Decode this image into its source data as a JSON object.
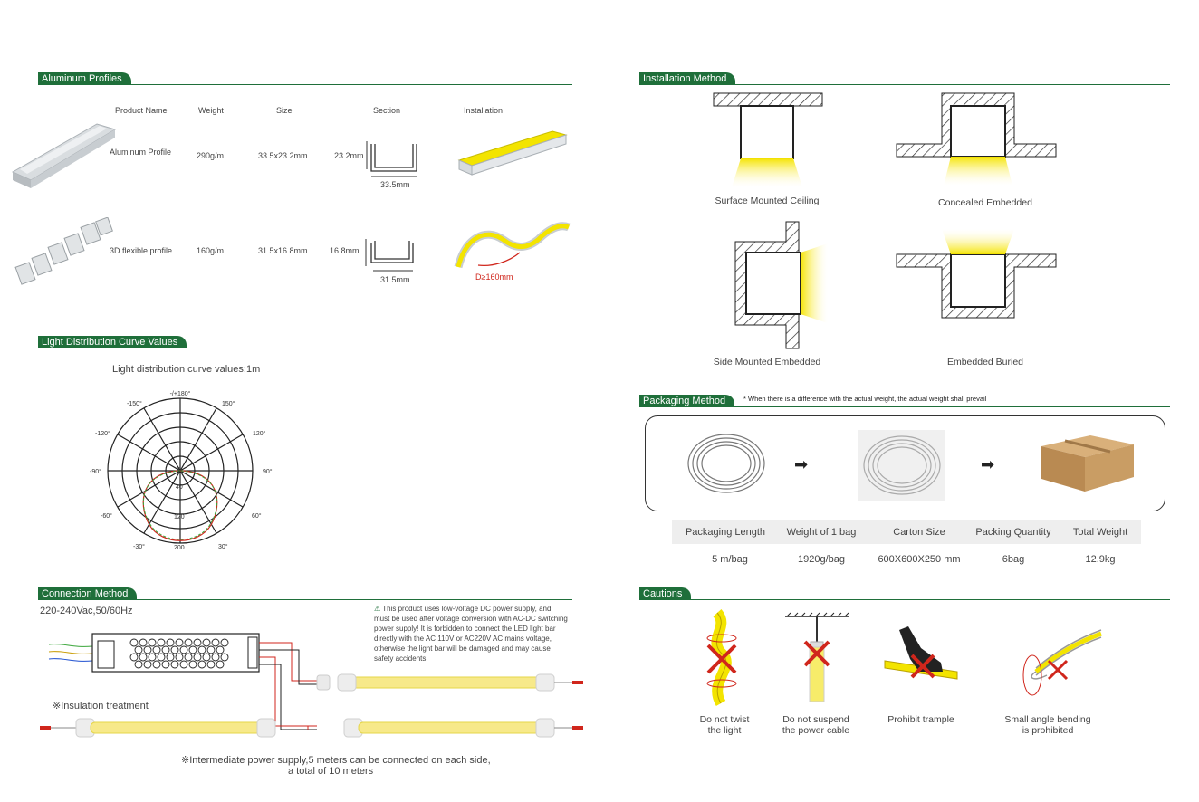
{
  "sections": {
    "aluminum": "Aluminum Profiles",
    "light": "Light Distribution Curve Values",
    "connection": "Connection Method",
    "installation": "Installation Method",
    "packaging": "Packaging Method",
    "cautions": "Cautions"
  },
  "profiles": {
    "headers": [
      "Product Name",
      "Weight",
      "Size",
      "Section",
      "Installation"
    ],
    "rows": [
      {
        "name": "Aluminum Profile",
        "weight": "290g/m",
        "size": "33.5x23.2mm",
        "height": "23.2mm",
        "width": "33.5mm"
      },
      {
        "name": "3D flexible profile",
        "weight": "160g/m",
        "size": "31.5x16.8mm",
        "height": "16.8mm",
        "width": "31.5mm",
        "bend": "D≥160mm"
      }
    ]
  },
  "light": {
    "subtitle": "Light distribution curve values:1m",
    "angles": [
      "-/+180°",
      "150°",
      "120°",
      "90°",
      "60°",
      "30°",
      "-30°",
      "-60°",
      "-90°",
      "-120°",
      "-150°"
    ],
    "rings": [
      "0",
      "40",
      "120",
      "200"
    ]
  },
  "connection": {
    "voltage": "220-240Vac,50/60Hz",
    "warning": "This product uses low-voltage DC power supply, and must be used after voltage conversion with AC-DC switching power supply! It is forbidden to connect the LED light bar directly with the AC 110V or AC220V AC mains voltage, otherwise the light bar will be damaged and may cause safety accidents!",
    "insulation": "※Insulation treatment",
    "note_line1": "※Intermediate power supply,5 meters can be connected on each side,",
    "note_line2": "a total of 10 meters"
  },
  "installation": {
    "methods": [
      "Surface Mounted Ceiling",
      "Concealed Embedded",
      "Side Mounted Embedded",
      "Embedded Buried"
    ]
  },
  "packaging": {
    "note": "* When there is a difference with the actual weight, the actual weight shall prevail",
    "headers": [
      "Packaging Length",
      "Weight of 1 bag",
      "Carton Size",
      "Packing Quantity",
      "Total Weight"
    ],
    "values": [
      "5 m/bag",
      "1920g/bag",
      "600X600X250 mm",
      "6bag",
      "12.9kg"
    ]
  },
  "cautions": {
    "items": [
      {
        "l1": "Do not twist",
        "l2": "the light"
      },
      {
        "l1": "Do not suspend",
        "l2": "the power cable"
      },
      {
        "l1": "Prohibit trample",
        "l2": ""
      },
      {
        "l1": "Small angle bending",
        "l2": "is prohibited"
      }
    ]
  },
  "colors": {
    "brand": "#1f6f3a",
    "led": "#f7e600",
    "warn": "#d0261c"
  }
}
